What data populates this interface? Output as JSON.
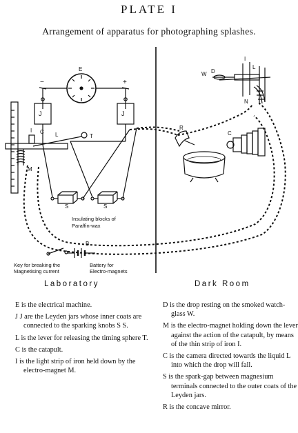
{
  "plate": {
    "title": "PLATE I",
    "subtitle": "Arrangement of apparatus for photographing splashes."
  },
  "diagram": {
    "letters": {
      "E": "E",
      "J1": "J",
      "J2": "J",
      "minus": "−",
      "plus": "+",
      "I": "I",
      "C": "C",
      "L": "L",
      "T": "T",
      "M": "M",
      "S1": "S",
      "S2": "S",
      "B": "B",
      "R": "R",
      "C2": "C",
      "W": "W",
      "D": "D",
      "I2": "I",
      "L2": "L",
      "N": "N"
    },
    "insulating_label": [
      "Insulating blocks of",
      "Paraffin-wax"
    ],
    "key_label": [
      "Key for breaking the",
      "Magnetising current"
    ],
    "battery_label": [
      "Battery for",
      "Electro-magnets"
    ]
  },
  "rooms": {
    "left": "Laboratory",
    "right": "Dark Room"
  },
  "legend_left": [
    "E is the electrical machine.",
    "J J are the Leyden jars whose inner coats are connected to the sparking knobs S S.",
    "L is the lever for releasing the timing sphere T.",
    "C is the catapult.",
    "I is the light strip of iron held down by the electro-magnet M."
  ],
  "legend_right": [
    "D is the drop resting on the smoked watch-glass W.",
    "M is the electro-magnet holding down the lever against the action of the catapult, by means of the thin strip of iron I.",
    "C is the camera directed towards the liquid L into which the drop will fall.",
    "S is the spark-gap between magnesium terminals connected to the outer coats of the Leyden jars.",
    "R is the concave mirror."
  ]
}
